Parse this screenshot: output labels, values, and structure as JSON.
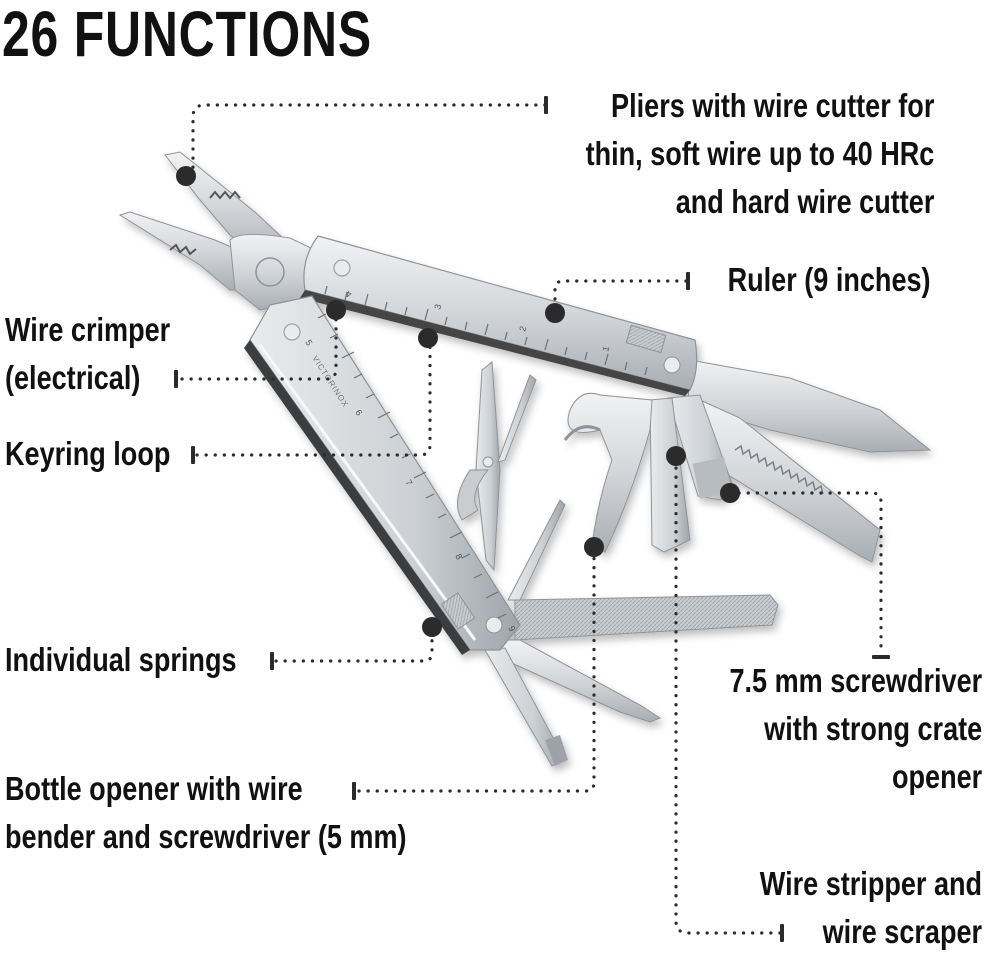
{
  "title": "26 FUNCTIONS",
  "colors": {
    "text": "#111111",
    "callout_dot": "#2b2b2b",
    "steel_light": "#e4e6e8",
    "steel_mid": "#c3c7cb",
    "steel_dark": "#8d9399",
    "background": "#ffffff"
  },
  "callouts": [
    {
      "id": "pliers",
      "lines": [
        "Pliers with wire cutter for",
        "thin, soft wire up to 40 HRc",
        "and hard wire cutter"
      ],
      "align": "right"
    },
    {
      "id": "ruler",
      "lines": [
        "Ruler (9 inches)"
      ],
      "align": "right"
    },
    {
      "id": "wire-crimper",
      "lines": [
        "Wire crimper",
        "(electrical)"
      ],
      "align": "left"
    },
    {
      "id": "keyring-loop",
      "lines": [
        "Keyring loop"
      ],
      "align": "left"
    },
    {
      "id": "individual-springs",
      "lines": [
        "Individual springs"
      ],
      "align": "left"
    },
    {
      "id": "bottle-opener",
      "lines": [
        "Bottle opener with wire",
        "bender and screwdriver (5 mm)"
      ],
      "align": "left"
    },
    {
      "id": "screwdriver-75",
      "lines": [
        "7.5 mm screwdriver",
        "with strong crate",
        "opener"
      ],
      "align": "right"
    },
    {
      "id": "wire-stripper",
      "lines": [
        "Wire stripper and",
        "wire scraper"
      ],
      "align": "right"
    }
  ],
  "ruler_marks": {
    "upper_handle": [
      "4",
      "3",
      "2",
      "1"
    ],
    "lower_handle": [
      "5",
      "6",
      "7",
      "8",
      "9"
    ],
    "brand": "VICTORINOX"
  }
}
